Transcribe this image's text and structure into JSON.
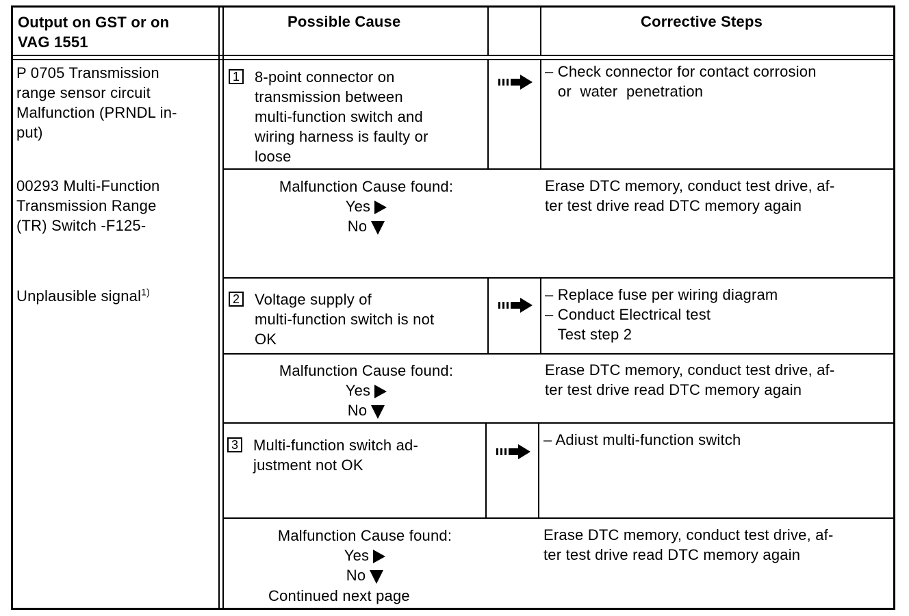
{
  "header": {
    "col1": [
      "Output  on GST or on",
      "VAG  1551"
    ],
    "col2": "Possible   Cause",
    "col4": "Corrective    Steps"
  },
  "left": {
    "block1": [
      "P 0705 Transmission",
      "range sensor circuit",
      "Malfunction (PRNDL in-",
      "put)"
    ],
    "block2": [
      "00293  Multi-Function",
      "Transmission  Range",
      "(TR) Switch -F125-"
    ],
    "block3": "Unplausible   signal",
    "block3_sup": "1)"
  },
  "steps": [
    {
      "number": "1",
      "cause": [
        "8-point  connector  on",
        "transmission  between",
        "multi-function  switch  and",
        "wiring harness is faulty or",
        "loose"
      ],
      "corrective": [
        "– Check connector for contact corrosion",
        "   or  water  penetration"
      ],
      "found_label": "Malfunction Cause found:",
      "yes": "Yes",
      "no": "No",
      "found_corrective": [
        "Erase DTC memory, conduct test drive, af-",
        "ter test drive read DTC memory again"
      ]
    },
    {
      "number": "2",
      "cause": [
        "Voltage  supply  of",
        "multi-function switch is not",
        "OK"
      ],
      "corrective": [
        "– Replace fuse per wiring diagram",
        "– Conduct Electrical test",
        "   Test step 2"
      ],
      "found_label": "Malfunction Cause found:",
      "yes": "Yes",
      "no": "No",
      "found_corrective": [
        "Erase DTC memory, conduct test drive, af-",
        "ter test drive read DTC memory again"
      ]
    },
    {
      "number": "3",
      "cause": [
        "Multi-function  switch  ad-",
        "justment  not  OK"
      ],
      "corrective": [
        "– Adiust  multi-function  switch"
      ],
      "found_label": "Malfunction Cause found:",
      "yes": "Yes",
      "no": "No",
      "found_corrective": [
        "Erase DTC memory, conduct test drive, af-",
        "ter test drive read DTC memory again"
      ],
      "continued": "Continued  next  page"
    }
  ]
}
